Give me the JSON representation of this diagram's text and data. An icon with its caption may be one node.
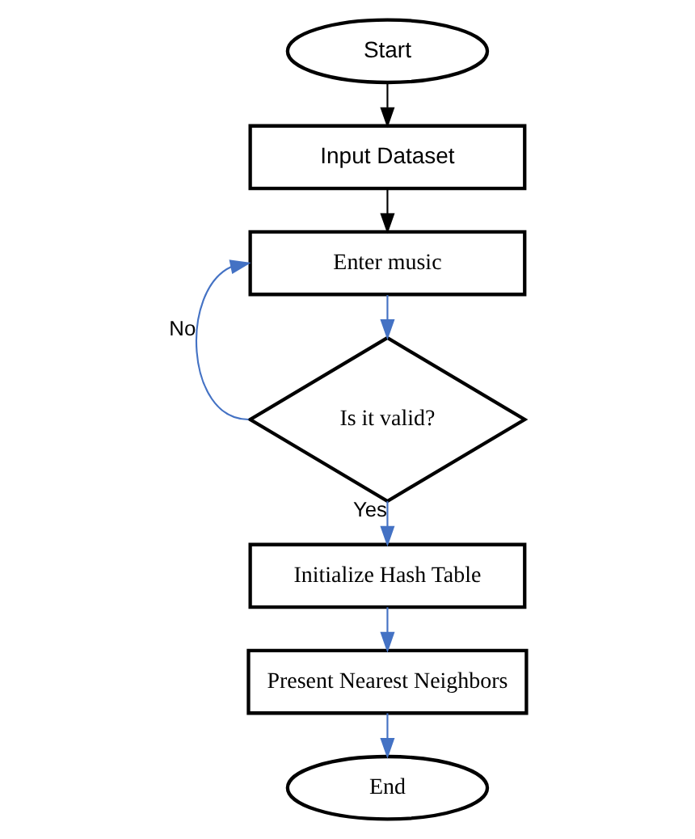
{
  "diagram": {
    "nodes": [
      {
        "text": [
          "Start"
        ]
      },
      {
        "text": [
          "Input Dataset"
        ]
      },
      {
        "text": [
          "Enter music"
        ]
      },
      {
        "text": [
          "Is it valid?"
        ]
      },
      {
        "text": [
          "Initialize Hash Table"
        ]
      },
      {
        "text": [
          "Present Nearest Neighbors"
        ]
      },
      {
        "text": [
          "End"
        ]
      }
    ],
    "edges": [
      {
        "from": 0,
        "to": 1,
        "arrow": "to",
        "color": "#000000"
      },
      {
        "from": 1,
        "to": 2,
        "arrow": "to",
        "color": "#000000"
      },
      {
        "from": 2,
        "to": 3,
        "arrow": "to"
      },
      {
        "from": 3,
        "to": 2,
        "arrow": "to",
        "label": "No"
      },
      {
        "from": 3,
        "to": 4,
        "arrow": "to",
        "label": "Yes"
      },
      {
        "from": 4,
        "to": 5,
        "arrow": "to"
      },
      {
        "from": 5,
        "to": 6,
        "arrow": "to"
      }
    ]
  }
}
